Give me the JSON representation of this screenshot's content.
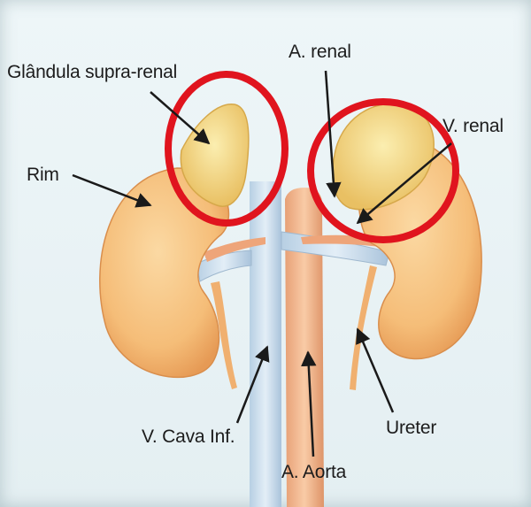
{
  "labels": {
    "adrenal_gland": "Glândula supra-renal",
    "renal_artery": "A. renal",
    "renal_vein": "V. renal",
    "kidney": "Rim",
    "inferior_vena_cava": "V. Cava Inf.",
    "aorta": "A. Aorta",
    "ureter": "Ureter"
  },
  "colors": {
    "kidney": "#f6c27e",
    "adrenal": "#f7de84",
    "vena_cava": "#c9dced",
    "aorta": "#f2b486",
    "highlight_circle": "#e0141e",
    "arrow": "#1a1a1a"
  }
}
